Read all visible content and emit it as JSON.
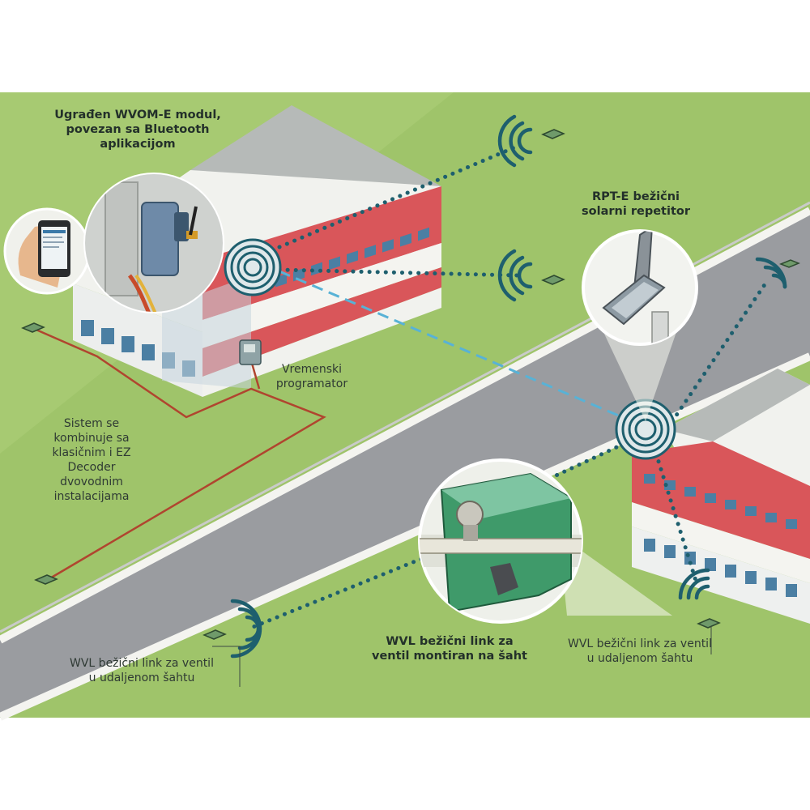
{
  "labels": {
    "wvom_module": [
      "Ugrađen WVOM-E modul,",
      "povezan sa Bluetooth",
      "aplikacijom"
    ],
    "rpt_repeater": [
      "RPT-E bežični",
      "solarni repetitor"
    ],
    "timer": [
      "Vremenski",
      "programator"
    ],
    "system": [
      "Sistem se",
      "kombinuje sa",
      "klasičnim i EZ",
      "Decoder",
      "dvovodnim",
      "instalacijama"
    ],
    "wvl_left": [
      "WVL bežični link za ventil",
      "u udaljenom šahtu"
    ],
    "wvl_center": [
      "WVL bežični link za",
      "ventil montiran na šaht"
    ],
    "wvl_right": [
      "WVL bežični link za ventil",
      "u udaljenom šahtu"
    ]
  },
  "colors": {
    "grass": "#9fc46a",
    "road": "#9a9ca0",
    "building_wall": "#d9565a",
    "signal": "#1e5f6e",
    "cable": "#b0452f"
  }
}
